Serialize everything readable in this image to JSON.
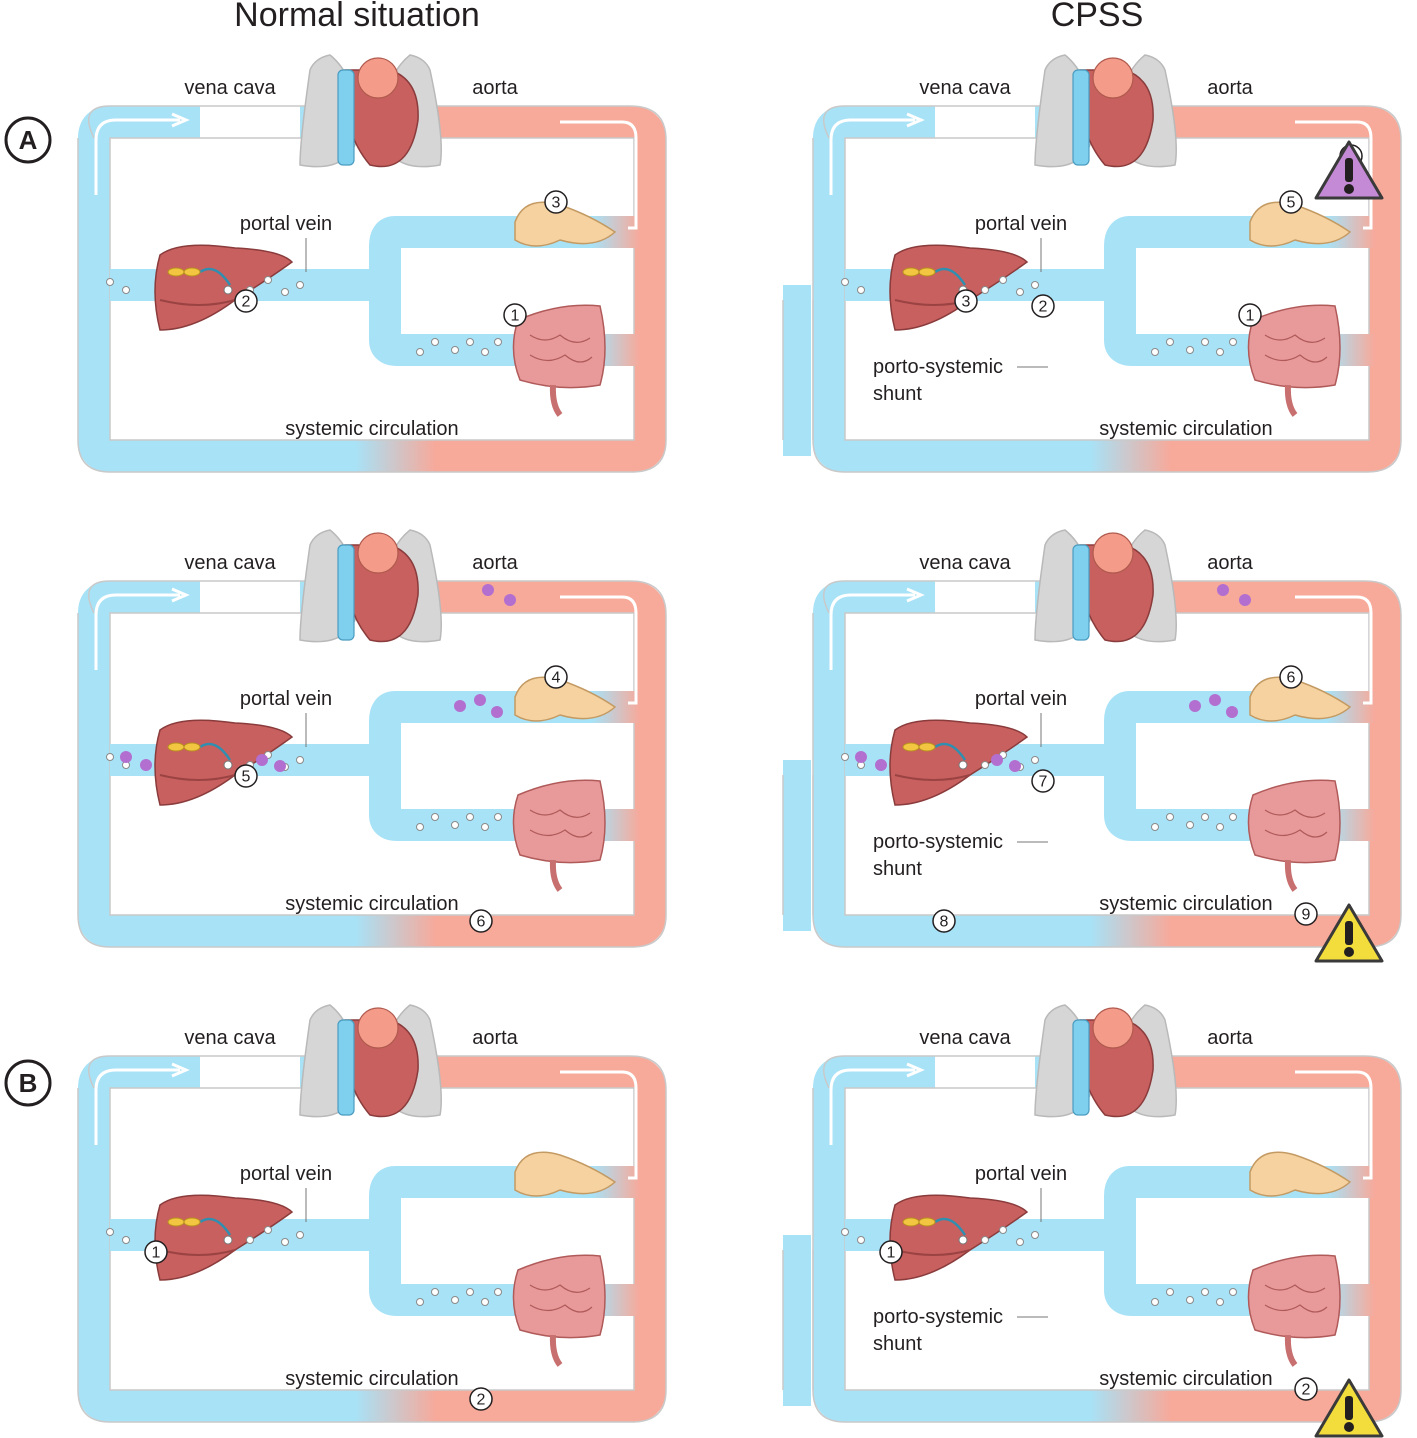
{
  "headers": {
    "normal": "Normal situation",
    "cpss": "CPSS"
  },
  "sections": [
    "A",
    "B"
  ],
  "labels": {
    "vena_cava": "vena cava",
    "aorta": "aorta",
    "portal_vein": "portal vein",
    "systemic": "systemic circulation",
    "shunt_line1": "porto-systemic",
    "shunt_line2": "shunt"
  },
  "colors": {
    "vein": "#a8e2f7",
    "artery": "#f7a99a",
    "liver": "#c8605f",
    "warning_purple": "#c58ad6",
    "warning_yellow": "#f3dd3d",
    "purple_particle": "#b26fd0"
  },
  "panels": [
    {
      "id": "normal-1",
      "shunt": false,
      "markers": [
        {
          "n": "3",
          "at": "pancreas"
        },
        {
          "n": "2",
          "at": "liver"
        },
        {
          "n": "1",
          "at": "intestine"
        }
      ]
    },
    {
      "id": "cpss-1",
      "shunt": true,
      "markers": [
        {
          "n": "4",
          "at": "aorta"
        },
        {
          "n": "5",
          "at": "pancreas"
        },
        {
          "n": "3",
          "at": "liver"
        },
        {
          "n": "2",
          "at": "portal"
        },
        {
          "n": "1",
          "at": "intestine"
        }
      ],
      "warning": "purple"
    },
    {
      "id": "normal-2",
      "shunt": false,
      "markers": [
        {
          "n": "4",
          "at": "pancreas"
        },
        {
          "n": "5",
          "at": "liver"
        },
        {
          "n": "6",
          "at": "systemic"
        }
      ]
    },
    {
      "id": "cpss-2",
      "shunt": true,
      "markers": [
        {
          "n": "6",
          "at": "pancreas"
        },
        {
          "n": "7",
          "at": "portal"
        },
        {
          "n": "8",
          "at": "shunt-bottom"
        },
        {
          "n": "9",
          "at": "systemic"
        }
      ],
      "warning": "yellow"
    },
    {
      "id": "normal-3",
      "shunt": false,
      "markers": [
        {
          "n": "1",
          "at": "liver"
        },
        {
          "n": "2",
          "at": "systemic"
        }
      ]
    },
    {
      "id": "cpss-3",
      "shunt": true,
      "markers": [
        {
          "n": "1",
          "at": "liver"
        },
        {
          "n": "2",
          "at": "systemic"
        }
      ],
      "warning": "yellow"
    }
  ]
}
